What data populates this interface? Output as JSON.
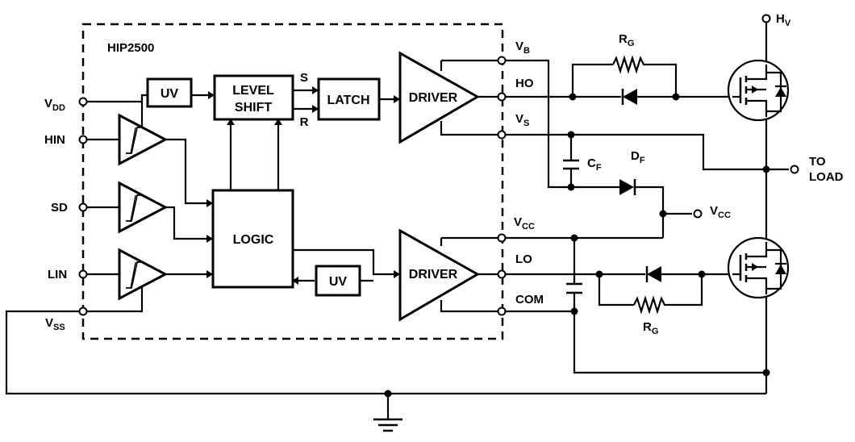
{
  "chip_name": "HIP2500",
  "blocks": {
    "uv_top": "UV",
    "level_shift_1": "LEVEL",
    "level_shift_2": "SHIFT",
    "latch": "LATCH",
    "driver_high": "DRIVER",
    "driver_low": "DRIVER",
    "logic": "LOGIC",
    "uv_bottom": "UV"
  },
  "signals": {
    "set": "S",
    "reset": "R"
  },
  "left_pins": {
    "vdd": {
      "main": "V",
      "sub": "DD"
    },
    "hin": "HIN",
    "sd": "SD",
    "lin": "LIN",
    "vss": {
      "main": "V",
      "sub": "SS"
    }
  },
  "right_pins": {
    "vb": {
      "main": "V",
      "sub": "B"
    },
    "ho": "HO",
    "vs": {
      "main": "V",
      "sub": "S"
    },
    "vcc": {
      "main": "V",
      "sub": "CC"
    },
    "lo": "LO",
    "com": "COM"
  },
  "external": {
    "hv": {
      "main": "H",
      "sub": "V"
    },
    "to_load_1": "TO",
    "to_load_2": "LOAD",
    "vcc": {
      "main": "V",
      "sub": "CC"
    },
    "cf": {
      "main": "C",
      "sub": "F"
    },
    "df": {
      "main": "D",
      "sub": "F"
    },
    "rg_top": {
      "main": "R",
      "sub": "G"
    },
    "rg_bottom": {
      "main": "R",
      "sub": "G"
    }
  }
}
